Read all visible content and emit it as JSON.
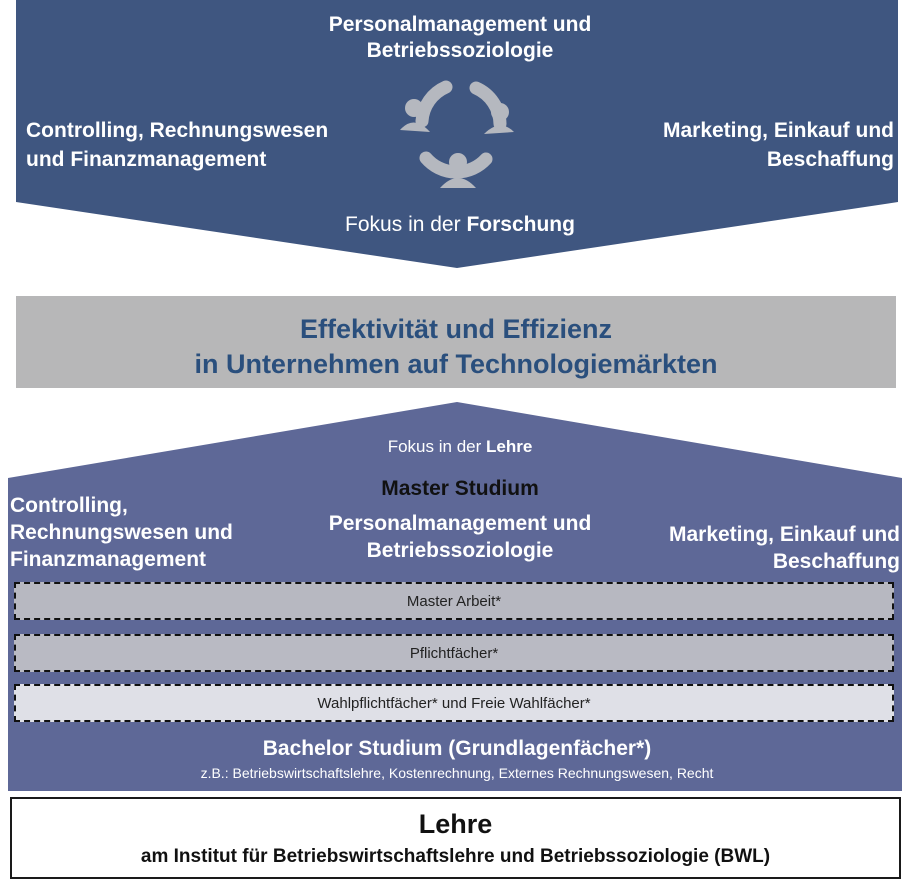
{
  "colors": {
    "top_chevron": "#3f5680",
    "lower_house": "#5e6897",
    "middle_band": "#b7b7b8",
    "middle_text": "#2a4f7d",
    "icon": "#b5b8bf"
  },
  "research": {
    "icon": "people-cycle-icon",
    "title_line1": "Personalmanagement und",
    "title_line2": "Betriebssoziologie",
    "left_line1": "Controlling, Rechnungswesen",
    "left_line2": "und Finanzmanagement",
    "right_line1": "Marketing, Einkauf und",
    "right_line2": "Beschaffung",
    "focus_prefix": "Fokus in der ",
    "focus_bold": "Forschung"
  },
  "middle": {
    "line1": "Effektivität und Effizienz",
    "line2": "in Unternehmen auf Technologiemärkten"
  },
  "teaching": {
    "focus_prefix": "Fokus in der ",
    "focus_bold": "Lehre",
    "master_title": "Master Studium",
    "left_line1": "Controlling,",
    "left_line2": "Rechnungswesen und",
    "left_line3": "Finanzmanagement",
    "mid_line1": "Personalmanagement und",
    "mid_line2": "Betriebssoziologie",
    "right_line1": "Marketing, Einkauf und",
    "right_line2": "Beschaffung",
    "rows": [
      "Master Arbeit*",
      "Pflichtfächer*",
      "Wahlpflichtfächer* und Freie Wahlfächer*"
    ],
    "bachelor_title": "Bachelor Studium (Grundlagenfächer*)",
    "bachelor_examples": "z.B.: Betriebswirtschaftslehre, Kostenrechnung, Externes Rechnungswesen, Recht"
  },
  "footer": {
    "title": "Lehre",
    "subtitle": "am Institut für Betriebswirtschaftslehre und Betriebssoziologie (BWL)"
  }
}
